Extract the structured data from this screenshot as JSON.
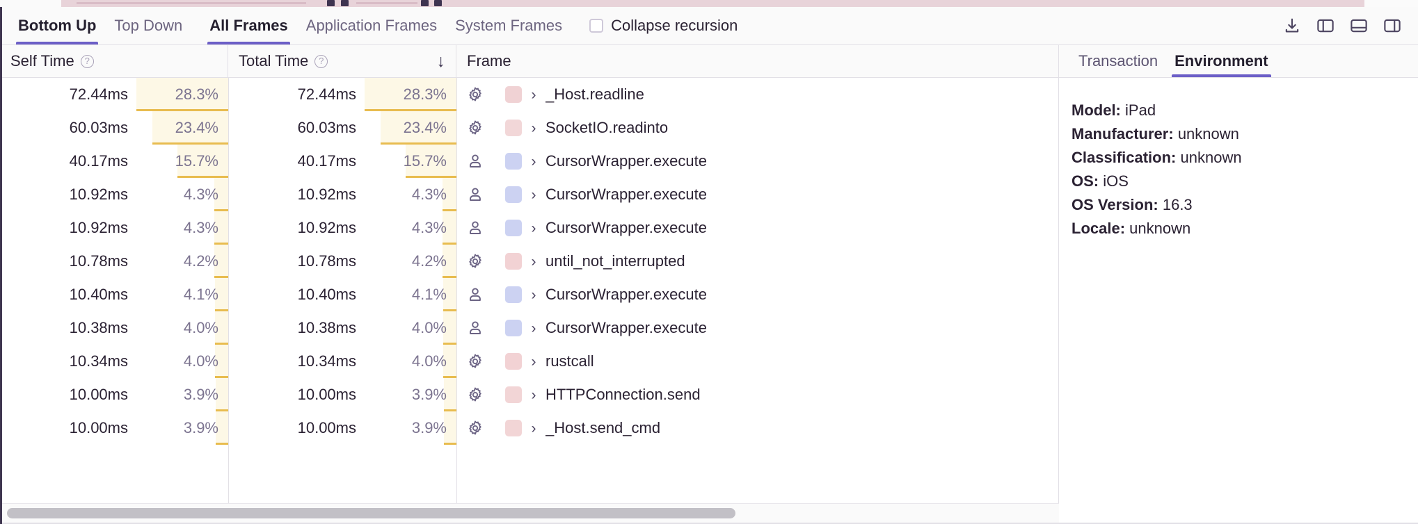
{
  "toolbar": {
    "tabs": [
      {
        "label": "Bottom Up",
        "active": true
      },
      {
        "label": "Top Down",
        "active": false
      }
    ],
    "frame_tabs": [
      {
        "label": "All Frames",
        "active": true
      },
      {
        "label": "Application Frames",
        "active": false
      },
      {
        "label": "System Frames",
        "active": false
      }
    ],
    "collapse_recursion": {
      "label": "Collapse recursion",
      "checked": false
    },
    "actions": [
      {
        "name": "download-icon",
        "title": "Export"
      },
      {
        "name": "layout-left-panel-icon",
        "title": "Toggle left panel"
      },
      {
        "name": "layout-bottom-panel-icon",
        "title": "Toggle bottom panel"
      },
      {
        "name": "layout-right-panel-icon",
        "title": "Toggle right panel"
      }
    ]
  },
  "table": {
    "columns": [
      {
        "key": "self_time",
        "label": "Self Time",
        "help": "?",
        "sorted": false
      },
      {
        "key": "total_time",
        "label": "Total Time",
        "help": "?",
        "sorted": true,
        "sort_dir": "↓"
      },
      {
        "key": "frame",
        "label": "Frame"
      }
    ],
    "rows": [
      {
        "self_time": "72.44ms",
        "self_pct": "28.3%",
        "self_pct_value": 28.3,
        "total_time": "72.44ms",
        "total_pct": "28.3%",
        "total_pct_value": 28.3,
        "kind": "system",
        "icon": "gear-icon",
        "swatch": "#f0d2d4",
        "chevron": "›",
        "frame": "_Host.readline"
      },
      {
        "self_time": "60.03ms",
        "self_pct": "23.4%",
        "self_pct_value": 23.4,
        "total_time": "60.03ms",
        "total_pct": "23.4%",
        "total_pct_value": 23.4,
        "kind": "system",
        "icon": "gear-icon",
        "swatch": "#f2d7d8",
        "chevron": "›",
        "frame": "SocketIO.readinto"
      },
      {
        "self_time": "40.17ms",
        "self_pct": "15.7%",
        "self_pct_value": 15.7,
        "total_time": "40.17ms",
        "total_pct": "15.7%",
        "total_pct_value": 15.7,
        "kind": "application",
        "icon": "person-icon",
        "swatch": "#ccd2f2",
        "chevron": "›",
        "frame": "CursorWrapper.execute"
      },
      {
        "self_time": "10.92ms",
        "self_pct": "4.3%",
        "self_pct_value": 4.3,
        "total_time": "10.92ms",
        "total_pct": "4.3%",
        "total_pct_value": 4.3,
        "kind": "application",
        "icon": "person-icon",
        "swatch": "#ccd2f2",
        "chevron": "›",
        "frame": "CursorWrapper.execute"
      },
      {
        "self_time": "10.92ms",
        "self_pct": "4.3%",
        "self_pct_value": 4.3,
        "total_time": "10.92ms",
        "total_pct": "4.3%",
        "total_pct_value": 4.3,
        "kind": "application",
        "icon": "person-icon",
        "swatch": "#ccd2f2",
        "chevron": "›",
        "frame": "CursorWrapper.execute"
      },
      {
        "self_time": "10.78ms",
        "self_pct": "4.2%",
        "self_pct_value": 4.2,
        "total_time": "10.78ms",
        "total_pct": "4.2%",
        "total_pct_value": 4.2,
        "kind": "system",
        "icon": "gear-icon",
        "swatch": "#f2d2d4",
        "chevron": "›",
        "frame": "until_not_interrupted"
      },
      {
        "self_time": "10.40ms",
        "self_pct": "4.1%",
        "self_pct_value": 4.1,
        "total_time": "10.40ms",
        "total_pct": "4.1%",
        "total_pct_value": 4.1,
        "kind": "application",
        "icon": "person-icon",
        "swatch": "#ccd2f2",
        "chevron": "›",
        "frame": "CursorWrapper.execute"
      },
      {
        "self_time": "10.38ms",
        "self_pct": "4.0%",
        "self_pct_value": 4.0,
        "total_time": "10.38ms",
        "total_pct": "4.0%",
        "total_pct_value": 4.0,
        "kind": "application",
        "icon": "person-icon",
        "swatch": "#ccd2f2",
        "chevron": "›",
        "frame": "CursorWrapper.execute"
      },
      {
        "self_time": "10.34ms",
        "self_pct": "4.0%",
        "self_pct_value": 4.0,
        "total_time": "10.34ms",
        "total_pct": "4.0%",
        "total_pct_value": 4.0,
        "kind": "system",
        "icon": "gear-icon",
        "swatch": "#f2d2d4",
        "chevron": "›",
        "frame": "rustcall"
      },
      {
        "self_time": "10.00ms",
        "self_pct": "3.9%",
        "self_pct_value": 3.9,
        "total_time": "10.00ms",
        "total_pct": "3.9%",
        "total_pct_value": 3.9,
        "kind": "system",
        "icon": "gear-icon",
        "swatch": "#f2d5d6",
        "chevron": "›",
        "frame": "HTTPConnection.send"
      },
      {
        "self_time": "10.00ms",
        "self_pct": "3.9%",
        "self_pct_value": 3.9,
        "total_time": "10.00ms",
        "total_pct": "3.9%",
        "total_pct_value": 3.9,
        "kind": "system",
        "icon": "gear-icon",
        "swatch": "#f2d5d6",
        "chevron": "›",
        "frame": "_Host.send_cmd"
      }
    ]
  },
  "detail": {
    "tabs": [
      {
        "label": "Transaction",
        "active": false
      },
      {
        "label": "Environment",
        "active": true
      }
    ],
    "environment": [
      {
        "key": "Model:",
        "value": "iPad"
      },
      {
        "key": "Manufacturer:",
        "value": "unknown"
      },
      {
        "key": "Classification:",
        "value": "unknown"
      },
      {
        "key": "OS:",
        "value": "iOS"
      },
      {
        "key": "OS Version:",
        "value": "16.3"
      },
      {
        "key": "Locale:",
        "value": "unknown"
      }
    ]
  },
  "colors": {
    "accent": "#6c5fc7",
    "pct_bg": "#fdf8e6",
    "pct_bar": "#e8bc4f",
    "system_swatch": "#f0d2d4",
    "application_swatch": "#ccd2f2"
  }
}
